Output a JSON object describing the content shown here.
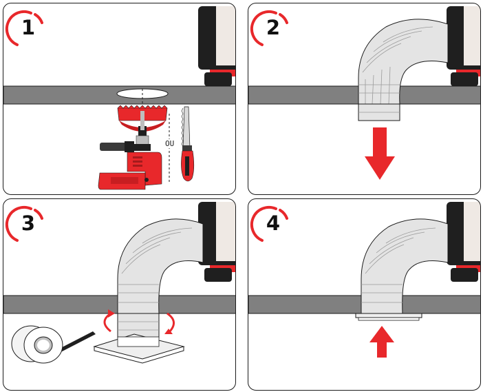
{
  "steps": [
    {
      "number": "1"
    },
    {
      "number": "2"
    },
    {
      "number": "3"
    },
    {
      "number": "4"
    }
  ],
  "or_label": "OU",
  "colors": {
    "accent_red": "#e8282b",
    "ceiling_gray": "#808080",
    "duct_silver": "#e4e4e4",
    "unit_black": "#1f1f1f",
    "outline": "#1a1a1a"
  },
  "icons": [
    "hole-saw-icon",
    "drill-icon",
    "keyhole-saw-icon",
    "duct-icon",
    "down-arrow-icon",
    "up-arrow-icon",
    "tape-roll-icon",
    "rotate-arrow-icon",
    "vent-plate-icon"
  ]
}
